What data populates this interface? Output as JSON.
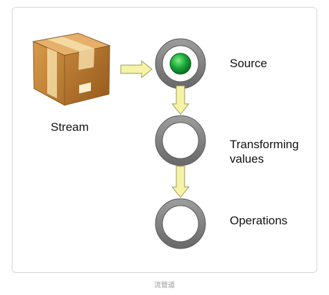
{
  "labels": {
    "stream": "Stream",
    "source": "Source",
    "transforming": "Transforming values",
    "transforming_line1": "Transforming",
    "transforming_line2": "values",
    "operations": "Operations"
  },
  "caption": "流管道",
  "colors": {
    "box_main": "#c98a3c",
    "box_tape": "#f3dca6",
    "arrow_fill": "#f6f3a6",
    "arrow_stroke": "#9a9a58",
    "ring": "#7f7f7f",
    "dot": "#19a63a"
  }
}
